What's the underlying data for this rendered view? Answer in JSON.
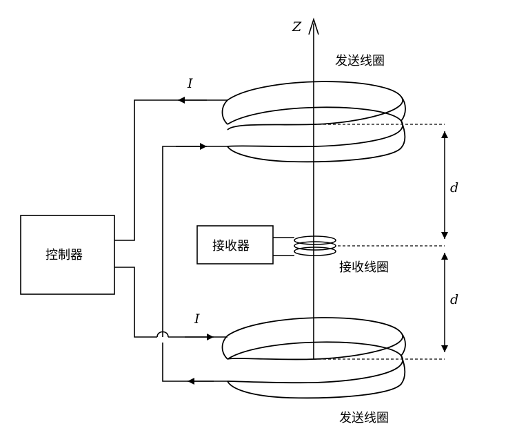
{
  "labels": {
    "axis_z": "Z",
    "top_coil": "发送线圈",
    "bottom_coil": "发送线圈",
    "receiver_coil": "接收线圈",
    "controller": "控制器",
    "receiver": "接收器",
    "current_top": "I",
    "current_bottom": "I",
    "distance_upper": "d",
    "distance_lower": "d"
  }
}
